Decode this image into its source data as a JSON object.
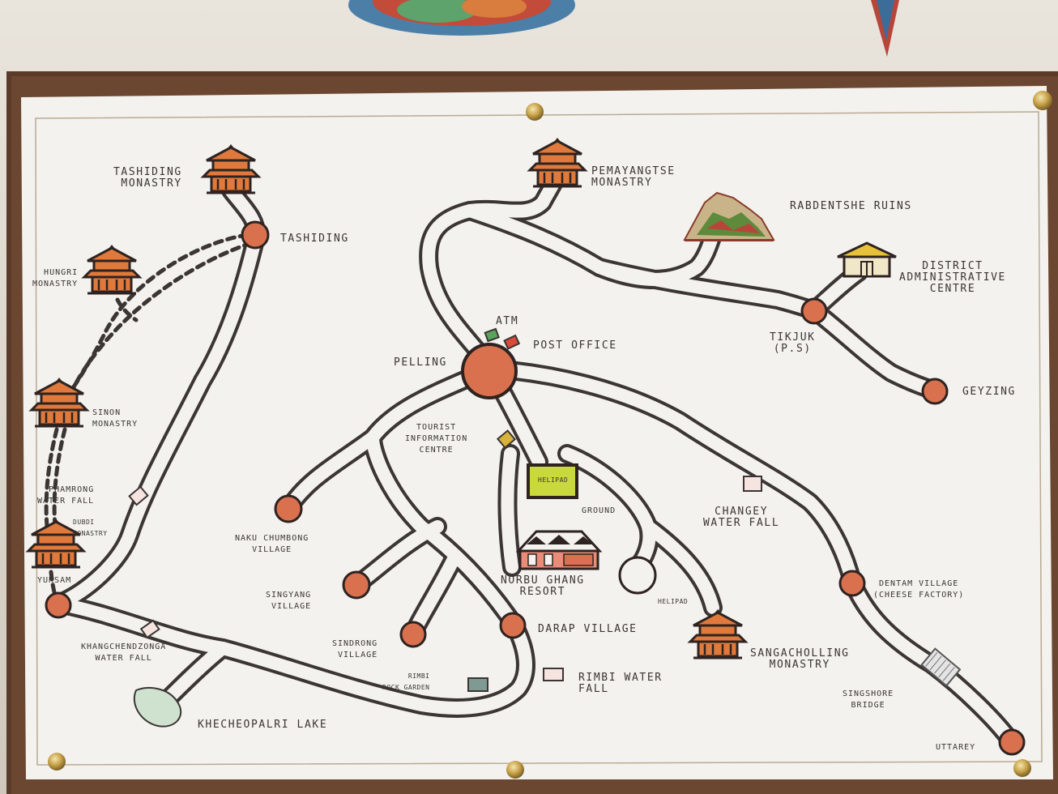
{
  "map": {
    "colors": {
      "paper": "#f3f2ee",
      "road_outline": "#3b3533",
      "place_dot": "#d9714f",
      "monastery": "#e07a3c",
      "frame": "#5a3a28"
    },
    "labels": {
      "tashiding_monastery": "TASHIDING\nMONASTRY",
      "tashiding": "TASHIDING",
      "pemayangtse": "PEMAYANGTSE\nMONASTRY",
      "rabdentse": "RABDENTSHE RUINS",
      "district_admin": "DISTRICT\nADMINISTRATIVE\nCENTRE",
      "hungri": "HUNGRI\nMONASTRY",
      "atm": "ATM",
      "post_office": "POST OFFICE",
      "pelling": "PELLING",
      "tikjuk": "TIKJUK\n(P.S)",
      "geyzing": "GEYZING",
      "sinon": "SINON\nMONASTRY",
      "tourist_info": "TOURIST\nINFORMATION\nCENTRE",
      "helipad": "HELIPAD",
      "ground": "GROUND",
      "phamrong": "PHAMRONG\nWATER FALL",
      "changey": "CHANGEY\nWATER FALL",
      "dubdi": "DUBDI\nMONASTRY",
      "naku": "NAKU CHUMBONG\nVILLAGE",
      "norbu": "NORBU GHANG\nRESORT",
      "yuksam": "YUKSAM",
      "singyang": "SINGYANG\nVILLAGE",
      "dentam": "DENTAM VILLAGE\n(CHEESE FACTORY)",
      "helipad_circle": "HELIPAD",
      "darap": "DARAP VILLAGE",
      "khangchendzonga": "KHANGCHENDZONGA\nWATER FALL",
      "sindrong": "SINDRONG\nVILLAGE",
      "sangacholling": "SANGACHOLLING\nMONASTRY",
      "rimbi_garden": "RIMBI\nROCK GARDEN",
      "rimbi_fall": "RIMBI WATER\nFALL",
      "singshore": "SINGSHORE\nBRIDGE",
      "khecheopalri": "KHECHEOPALRI LAKE",
      "uttarey": "UTTAREY"
    }
  }
}
